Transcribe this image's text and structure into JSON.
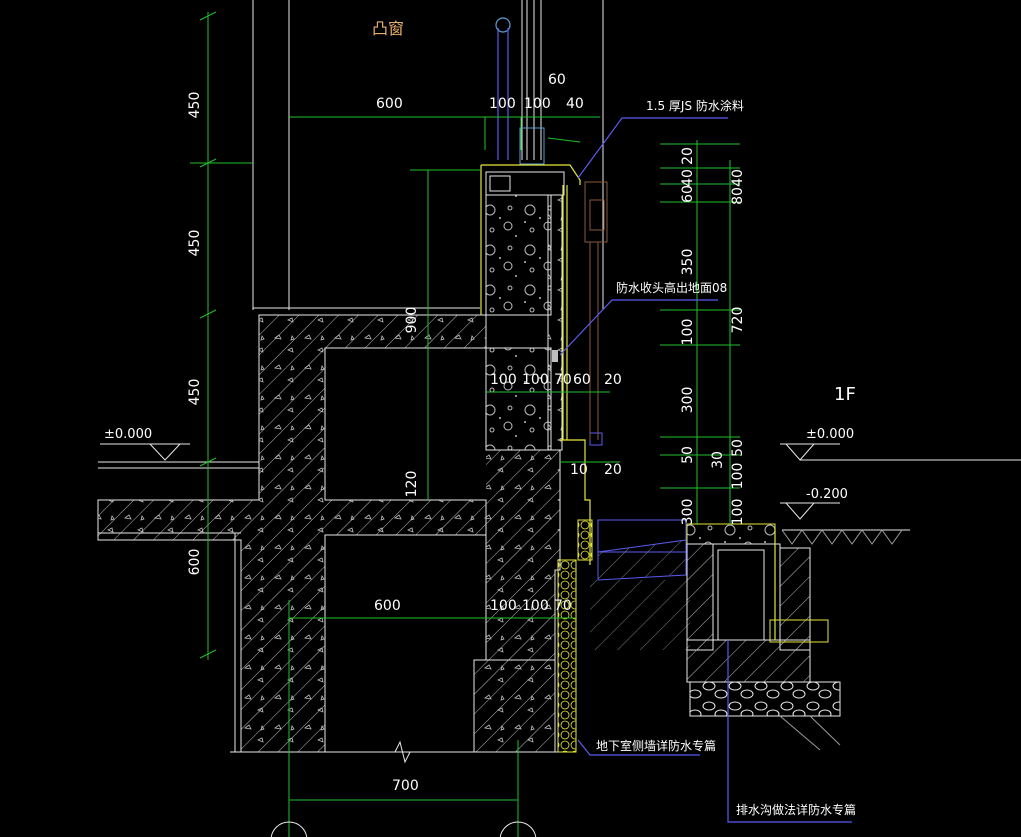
{
  "title": "凸窗",
  "floor_label": "1F",
  "notes": {
    "js_coating": "1.5 厚JS 防水涂料",
    "waterproof_end": "防水收头高出地面08",
    "basement_wall": "地下室侧墙详防水专篇",
    "drain_ditch": "排水沟做法详防水专篇"
  },
  "elevations": {
    "left_zero": "±0.000",
    "right_zero": "±0.000",
    "right_minus": "-0.200"
  },
  "dimensions": {
    "left_vertical": [
      "450",
      "450",
      "450",
      "600"
    ],
    "top_horizontal": [
      "600",
      "100",
      "100",
      "40"
    ],
    "top_small": "60",
    "center_vertical": [
      "900",
      "120"
    ],
    "mid_horizontal": [
      "100",
      "100",
      "70",
      "60",
      "20"
    ],
    "mid_small": [
      "10",
      "20"
    ],
    "lower_horizontal": [
      "600",
      "100",
      "100",
      "70"
    ],
    "bottom": "700",
    "right_stack_inner": [
      "20",
      "40",
      "60",
      "350",
      "100",
      "300",
      "50",
      "100",
      "100"
    ],
    "right_stack_outer": [
      "40",
      "80",
      "720",
      "30"
    ],
    "right_bottom_sub": "300"
  },
  "colors": {
    "dimension": "#1fbf2a",
    "outline": "#e8e8e8",
    "waterproof": "#e6e63a",
    "leader": "#5a5af0",
    "title": "#e5b06a"
  }
}
